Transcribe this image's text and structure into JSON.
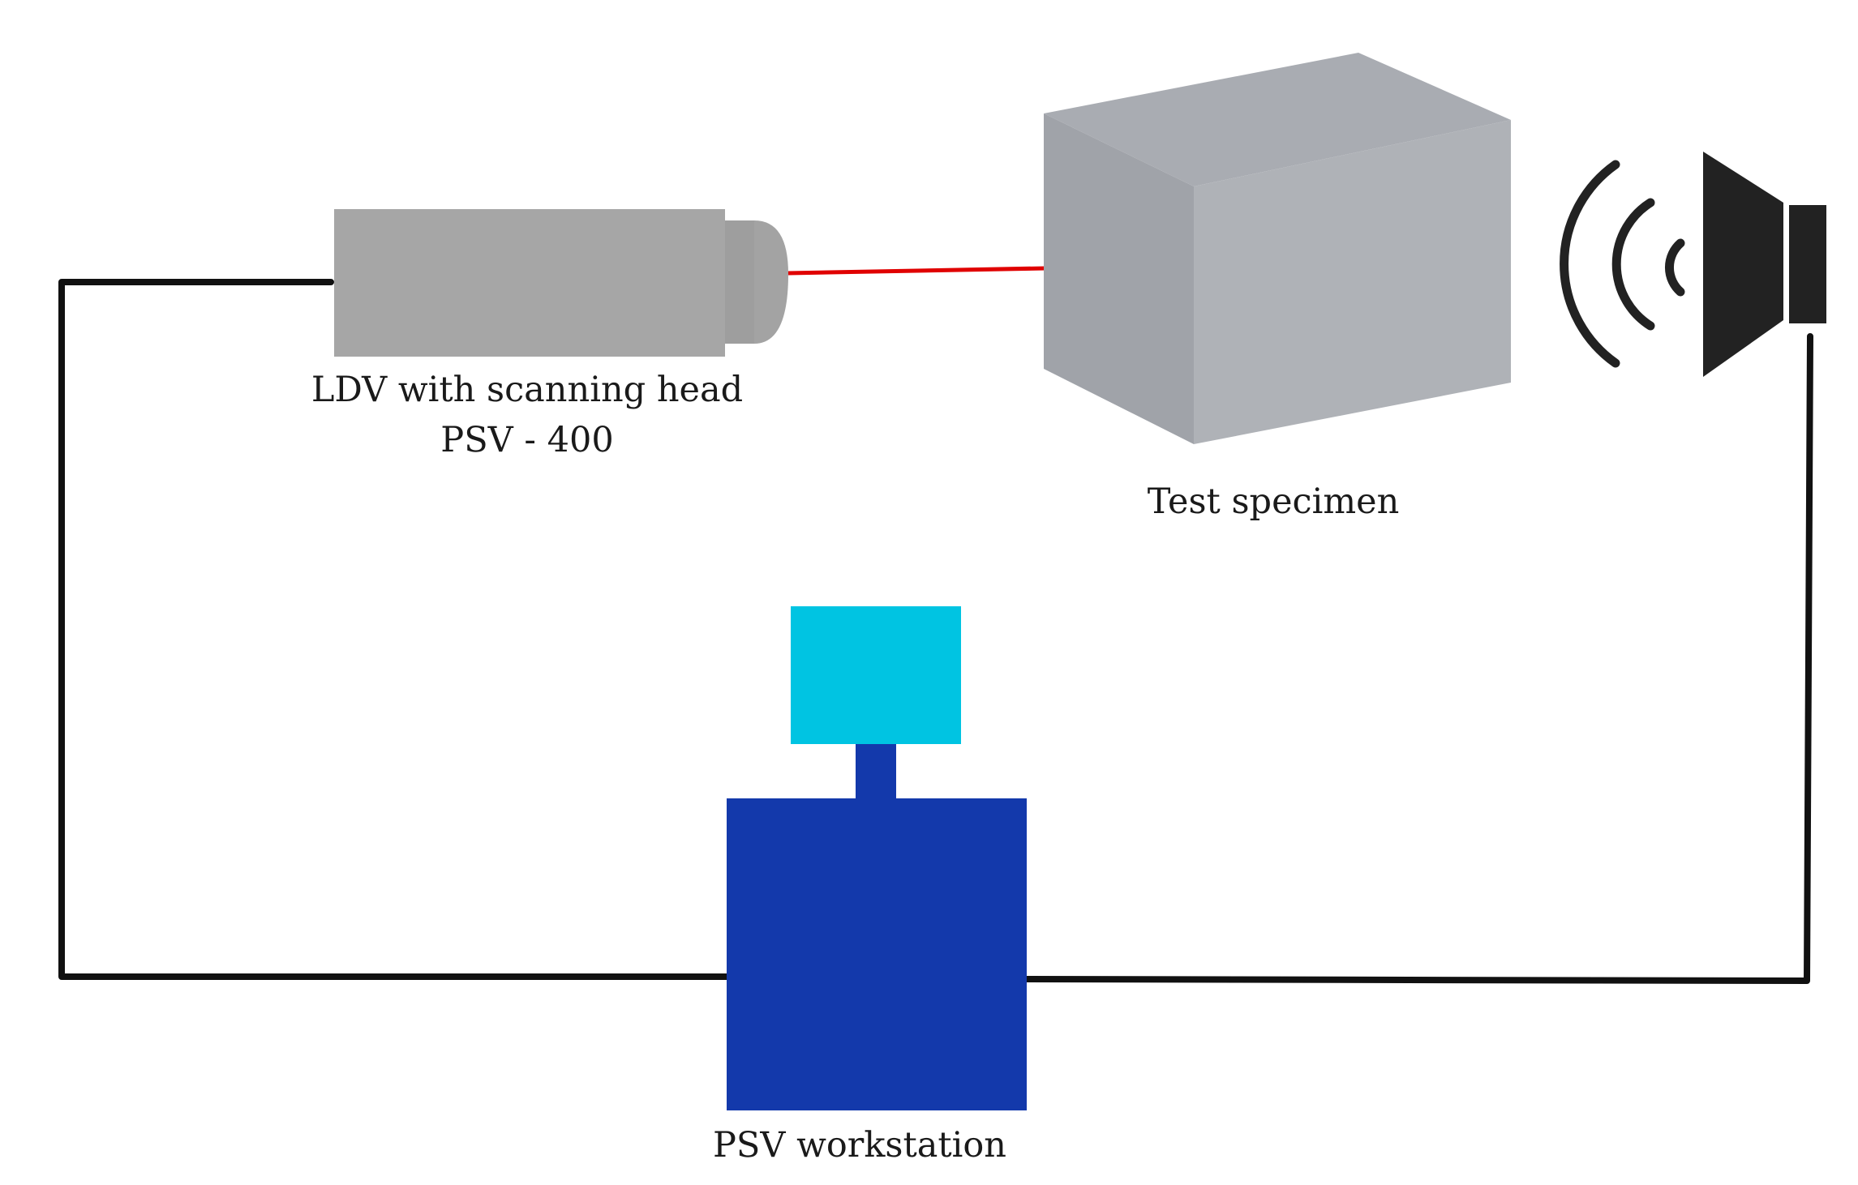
{
  "labels": {
    "ldv_line1": "LDV with scanning head",
    "ldv_line2": "PSV - 400",
    "specimen": "Test specimen",
    "workstation": "PSV workstation"
  },
  "colors": {
    "wire": "#111111",
    "ldv_body": "#a6a6a6",
    "laser": "#e00000",
    "specimen_front": "#a0a3a9",
    "specimen_top": "#a9acb2",
    "specimen_side": "#b0b3b8",
    "speaker": "#222222",
    "monitor": "#00c4e2",
    "workstation": "#1339ab"
  },
  "icons": [
    "ldv-scanning-head-icon",
    "laser-beam-icon",
    "test-specimen-box-icon",
    "loudspeaker-icon",
    "sound-waves-icon",
    "monitor-icon",
    "workstation-tower-icon"
  ]
}
